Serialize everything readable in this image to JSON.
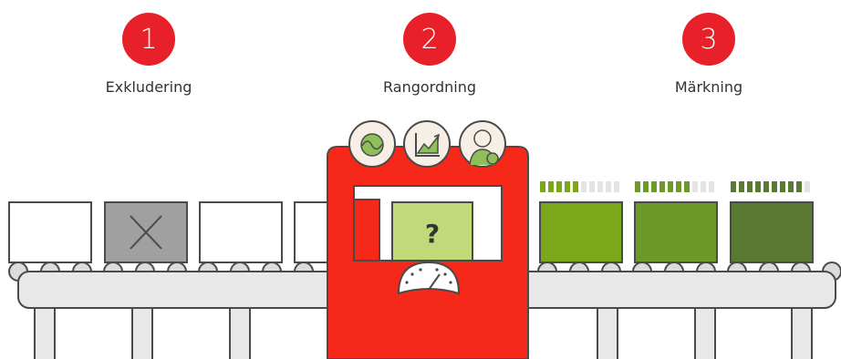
{
  "steps": [
    {
      "number": "1",
      "label": "Exkludering"
    },
    {
      "number": "2",
      "label": "Rangordning"
    },
    {
      "number": "3",
      "label": "Märkning"
    }
  ],
  "machine": {
    "question_mark": "?",
    "icons": [
      "globe-leaf-icon",
      "growth-chart-icon",
      "investor-person-icon"
    ],
    "gauge_icon": "gauge-icon"
  },
  "colors": {
    "accent_red": "#e8202a",
    "belt_gray": "#e8e8e8",
    "outline": "#4a4a4a",
    "excluded_box": "#a0a0a0",
    "box_unranked": "#c2d97a",
    "green_light": "#7aa81a",
    "green_mid": "#6b9a2a",
    "green_dark": "#5a7a34"
  },
  "labeled_boxes": [
    {
      "rating": 5,
      "max": 10
    },
    {
      "rating": 7,
      "max": 10
    },
    {
      "rating": 9,
      "max": 10
    }
  ]
}
